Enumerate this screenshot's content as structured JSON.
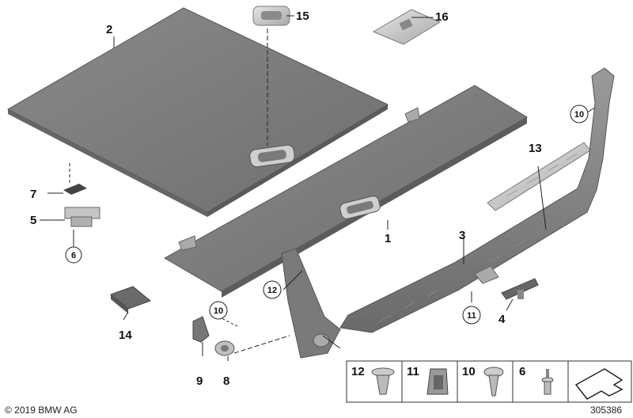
{
  "diagram": {
    "callouts": {
      "c1": "1",
      "c2": "2",
      "c3": "3",
      "c4": "4",
      "c5": "5",
      "c6": "6",
      "c7": "7",
      "c8": "8",
      "c9": "9",
      "c10a": "10",
      "c10b": "10",
      "c11": "11",
      "c12": "12",
      "c13": "13",
      "c14": "14",
      "c15": "15",
      "c16": "16"
    },
    "legend": [
      {
        "num": "12",
        "icon": "push-clip-icon"
      },
      {
        "num": "11",
        "icon": "spring-clip-icon"
      },
      {
        "num": "10",
        "icon": "screw-icon"
      },
      {
        "num": "6",
        "icon": "blind-rivet-icon"
      },
      {
        "num": "",
        "icon": "bracket-arrow-icon"
      }
    ]
  },
  "footer": {
    "copyright": "© 2019 BMW AG",
    "diagram_id": "305386"
  }
}
